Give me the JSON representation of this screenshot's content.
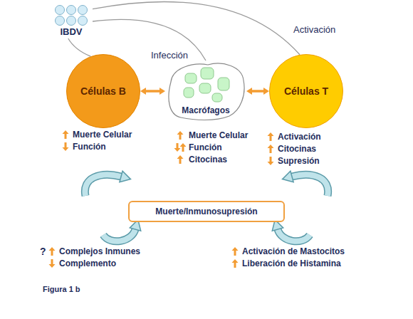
{
  "diagram": {
    "caption": "Figura 1 b",
    "nodes": [
      {
        "text": [
          "IBDV"
        ]
      },
      {
        "text": [
          "Células B"
        ]
      },
      {
        "text": [
          "Macrófagos"
        ]
      },
      {
        "text": [
          "Células T"
        ]
      },
      {
        "text": [
          "Muerte/Inmunosupresión"
        ]
      }
    ],
    "edges": [
      {
        "from": 0,
        "to": 1,
        "arrow": "none"
      },
      {
        "from": 0,
        "to": 2,
        "label": "Infección",
        "arrow": "none"
      },
      {
        "from": 0,
        "to": 3,
        "label": "Activación",
        "arrow": "none"
      },
      {
        "from": 1,
        "to": 2,
        "arrow": "both"
      },
      {
        "from": 2,
        "to": 3,
        "arrow": "both"
      }
    ],
    "labels": [
      "Muerte Celular",
      "Función",
      "Muerte Celular",
      "Función",
      "Citocinas",
      "Activación",
      "Citocinas",
      "Supresión",
      "?",
      "Complejos Inmunes",
      "Complemento",
      "Activación de Mastocitos",
      "Liberación de Histamina"
    ]
  }
}
